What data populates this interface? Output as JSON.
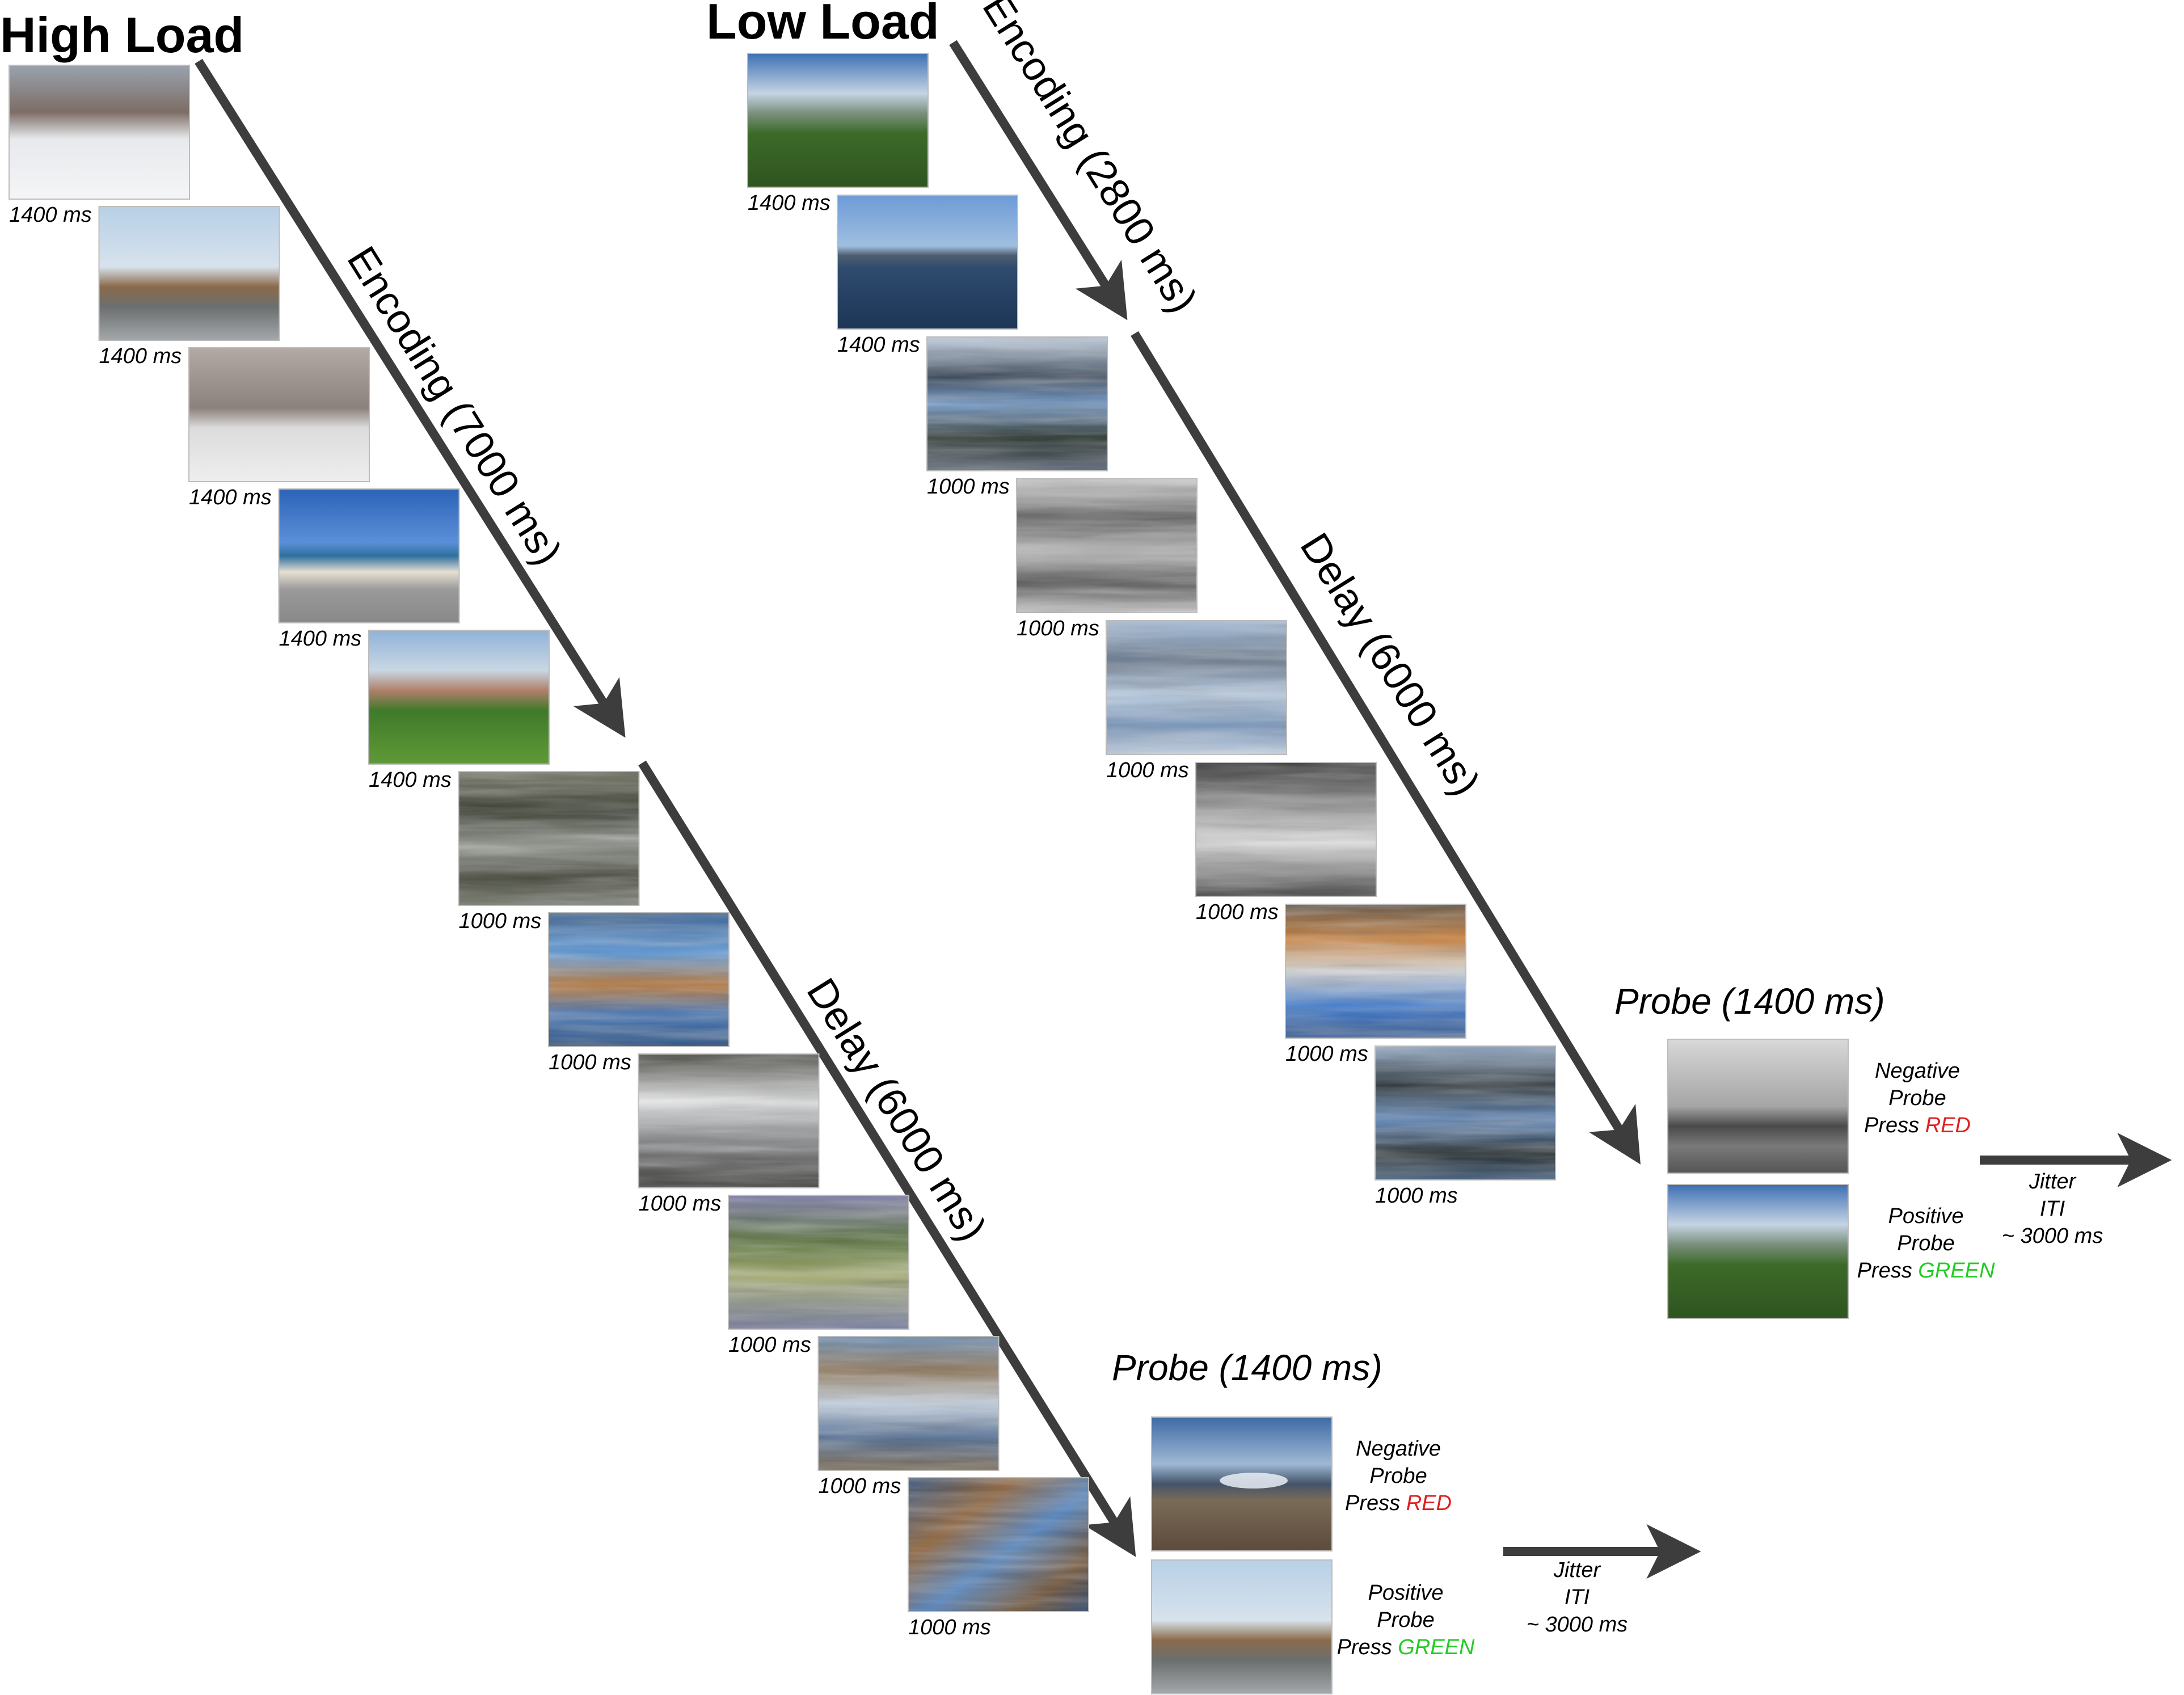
{
  "colors": {
    "arrow": "#3d3d3d",
    "red": "#e02020",
    "green": "#22cc22",
    "text": "#000000"
  },
  "high_load": {
    "title": "High Load",
    "encoding_label": "Encoding (7000 ms)",
    "delay_label": "Delay (6000 ms)",
    "encoding_images": [
      {
        "caption": "1400 ms",
        "scene": "snowy-street"
      },
      {
        "caption": "1400 ms",
        "scene": "mountain-road"
      },
      {
        "caption": "1400 ms",
        "scene": "snow-trees"
      },
      {
        "caption": "1400 ms",
        "scene": "beach-promenade"
      },
      {
        "caption": "1400 ms",
        "scene": "green-hillside"
      }
    ],
    "delay_masks": [
      {
        "caption": "1000 ms",
        "tone": "mottled-dark"
      },
      {
        "caption": "1000 ms",
        "tone": "blue-orange"
      },
      {
        "caption": "1000 ms",
        "tone": "gray-white"
      },
      {
        "caption": "1000 ms",
        "tone": "green-purple"
      },
      {
        "caption": "1000 ms",
        "tone": "blue-brown"
      },
      {
        "caption": "1000 ms",
        "tone": "blue-rust"
      }
    ],
    "probe": {
      "title": "Probe (1400 ms)",
      "negative": {
        "line1": "Negative",
        "line2": "Probe",
        "press": "Press ",
        "key": "RED",
        "scene": "sandy-beach"
      },
      "positive": {
        "line1": "Positive",
        "line2": "Probe",
        "press": "Press ",
        "key": "GREEN",
        "scene": "mountain-road"
      },
      "jitter": {
        "line1": "Jitter",
        "line2": "ITI",
        "line3": "~ 3000 ms"
      }
    }
  },
  "low_load": {
    "title": "Low Load",
    "encoding_label": "Encoding (2800 ms)",
    "delay_label": "Delay (6000 ms)",
    "encoding_images": [
      {
        "caption": "1400 ms",
        "scene": "valley-landscape"
      },
      {
        "caption": "1400 ms",
        "scene": "lake-pier"
      }
    ],
    "delay_masks": [
      {
        "caption": "1000 ms",
        "tone": "blue-dark"
      },
      {
        "caption": "1000 ms",
        "tone": "gray"
      },
      {
        "caption": "1000 ms",
        "tone": "light-blue"
      },
      {
        "caption": "1000 ms",
        "tone": "dark-gray"
      },
      {
        "caption": "1000 ms",
        "tone": "orange-blue"
      },
      {
        "caption": "1000 ms",
        "tone": "blue-black"
      }
    ],
    "probe": {
      "title": "Probe (1400 ms)",
      "negative": {
        "line1": "Negative",
        "line2": "Probe",
        "press": "Press ",
        "key": "RED",
        "scene": "park-trees"
      },
      "positive": {
        "line1": "Positive",
        "line2": "Probe",
        "press": "Press ",
        "key": "GREEN",
        "scene": "valley-landscape"
      },
      "jitter": {
        "line1": "Jitter",
        "line2": "ITI",
        "line3": "~ 3000 ms"
      }
    }
  }
}
